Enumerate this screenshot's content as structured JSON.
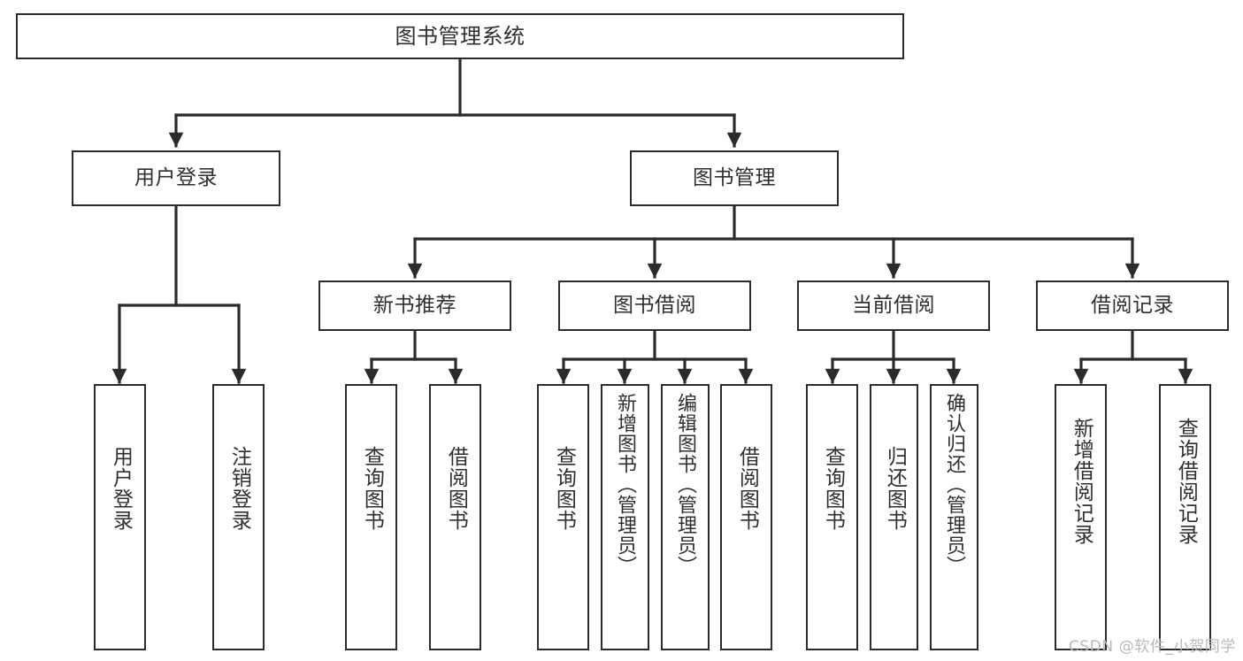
{
  "diagram": {
    "type": "hierarchy-tree",
    "title": "图书管理系统",
    "root": {
      "id": "root",
      "label": "图书管理系统"
    },
    "level1": [
      {
        "id": "user-login",
        "label": "用户登录"
      },
      {
        "id": "book-manage",
        "label": "图书管理"
      }
    ],
    "level2": [
      {
        "id": "new-book-recommend",
        "label": "新书推荐",
        "parent": "book-manage"
      },
      {
        "id": "book-borrow",
        "label": "图书借阅",
        "parent": "book-manage"
      },
      {
        "id": "current-borrow",
        "label": "当前借阅",
        "parent": "book-manage"
      },
      {
        "id": "borrow-record",
        "label": "借阅记录",
        "parent": "book-manage"
      }
    ],
    "leaves": {
      "user_login": [
        {
          "id": "leaf-user-login",
          "label": "用户登录"
        },
        {
          "id": "leaf-logout",
          "label": "注销登录"
        }
      ],
      "new_book_recommend": [
        {
          "id": "leaf-query-book-1",
          "label": "查询图书"
        },
        {
          "id": "leaf-borrow-book-1",
          "label": "借阅图书"
        }
      ],
      "book_borrow": [
        {
          "id": "leaf-query-book-2",
          "label": "查询图书"
        },
        {
          "id": "leaf-add-book",
          "label": "新增图书（管理员）"
        },
        {
          "id": "leaf-edit-book",
          "label": "编辑图书（管理员）"
        },
        {
          "id": "leaf-borrow-book-2",
          "label": "借阅图书"
        }
      ],
      "current_borrow": [
        {
          "id": "leaf-query-book-3",
          "label": "查询图书"
        },
        {
          "id": "leaf-return-book",
          "label": "归还图书"
        },
        {
          "id": "leaf-confirm-return",
          "label": "确认归还（管理员）"
        }
      ],
      "borrow_record": [
        {
          "id": "leaf-add-record",
          "label": "新增借阅记录"
        },
        {
          "id": "leaf-query-record",
          "label": "查询借阅记录"
        }
      ]
    }
  },
  "watermark": {
    "text": "CSDN @软件_小贺同学"
  },
  "colors": {
    "border": "#2b2b2b",
    "text": "#2f2f2f",
    "connector": "#2b2b2b",
    "background": "#ffffff",
    "watermark": "#b9b9b9"
  }
}
